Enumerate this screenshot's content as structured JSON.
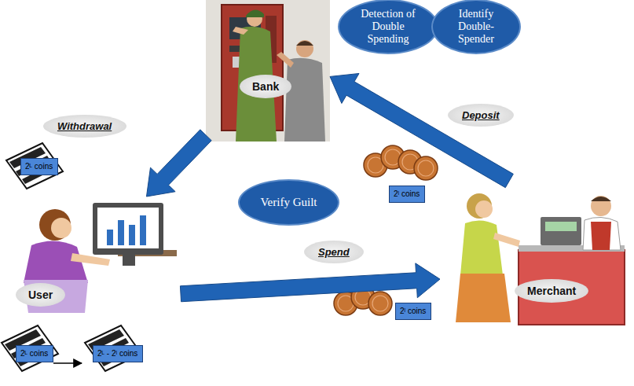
{
  "diagram": {
    "nodes": [
      {
        "text": [
          "Detection of Double Spending"
        ]
      },
      {
        "text": [
          "Identify Double-Spender"
        ]
      },
      {
        "text": [
          "Withdrawal"
        ]
      },
      {
        "text": [
          "Bank"
        ]
      },
      {
        "text": [
          "Deposit"
        ]
      },
      {
        "text": [
          "2ᴸ coins"
        ]
      },
      {
        "text": [
          "2ˡ coins"
        ]
      },
      {
        "text": [
          "Verify Guilt"
        ]
      },
      {
        "text": [
          "Spend"
        ]
      },
      {
        "text": [
          "User"
        ]
      },
      {
        "text": [
          "Merchant"
        ]
      },
      {
        "text": [
          "2ˡ coins"
        ]
      },
      {
        "text": [
          "2ᴸ coins"
        ]
      },
      {
        "text": [
          "2ᴸ - 2ˡ coins"
        ]
      }
    ],
    "edges": [
      {
        "from": 3,
        "to": 9,
        "arrow": "to"
      },
      {
        "from": 9,
        "to": 10,
        "arrow": "to"
      },
      {
        "from": 10,
        "to": 3,
        "arrow": "to"
      }
    ]
  }
}
